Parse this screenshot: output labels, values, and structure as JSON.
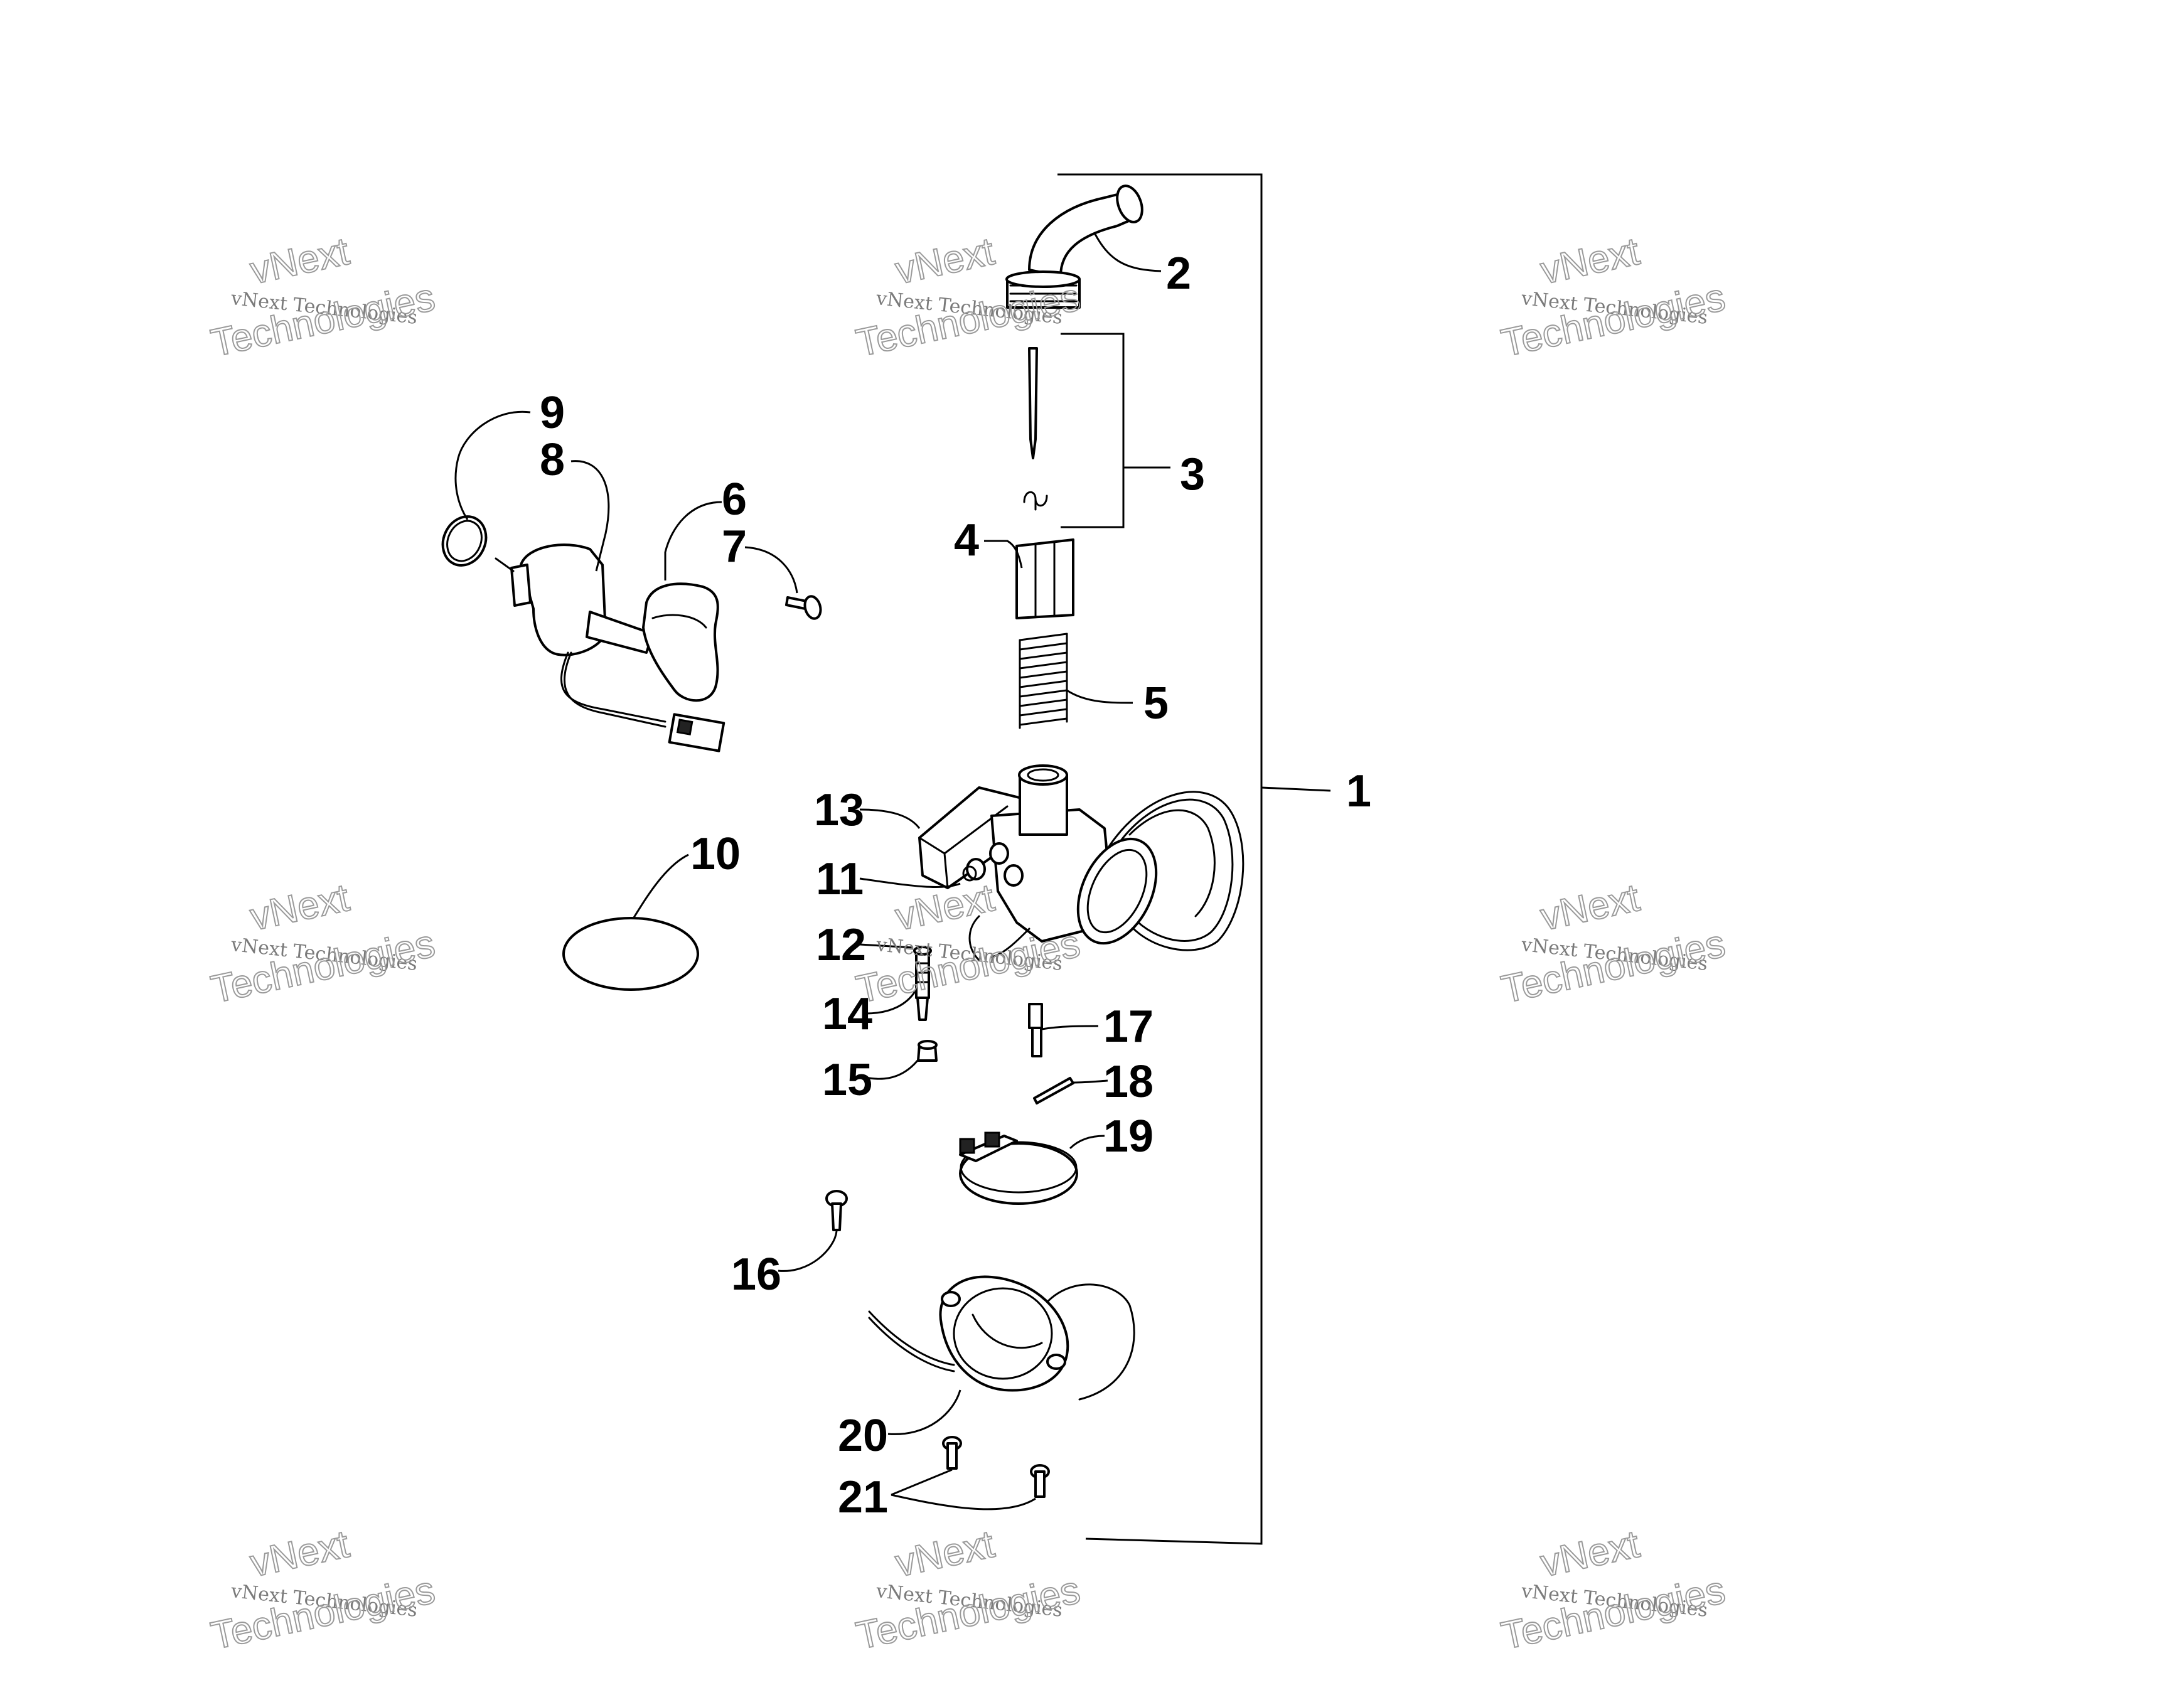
{
  "callouts": [
    {
      "id": "1",
      "label": "1"
    },
    {
      "id": "2",
      "label": "2"
    },
    {
      "id": "3",
      "label": "3"
    },
    {
      "id": "4",
      "label": "4"
    },
    {
      "id": "5",
      "label": "5"
    },
    {
      "id": "6",
      "label": "6"
    },
    {
      "id": "7",
      "label": "7"
    },
    {
      "id": "8",
      "label": "8"
    },
    {
      "id": "9",
      "label": "9"
    },
    {
      "id": "10",
      "label": "10"
    },
    {
      "id": "11",
      "label": "11"
    },
    {
      "id": "12",
      "label": "12"
    },
    {
      "id": "13",
      "label": "13"
    },
    {
      "id": "14",
      "label": "14"
    },
    {
      "id": "15",
      "label": "15"
    },
    {
      "id": "16",
      "label": "16"
    },
    {
      "id": "17",
      "label": "17"
    },
    {
      "id": "18",
      "label": "18"
    },
    {
      "id": "19",
      "label": "19"
    },
    {
      "id": "20",
      "label": "20"
    },
    {
      "id": "21",
      "label": "21"
    }
  ],
  "watermark": {
    "line1": "vNext",
    "line2": "vNext Technologies",
    "line3": "Technologies"
  }
}
